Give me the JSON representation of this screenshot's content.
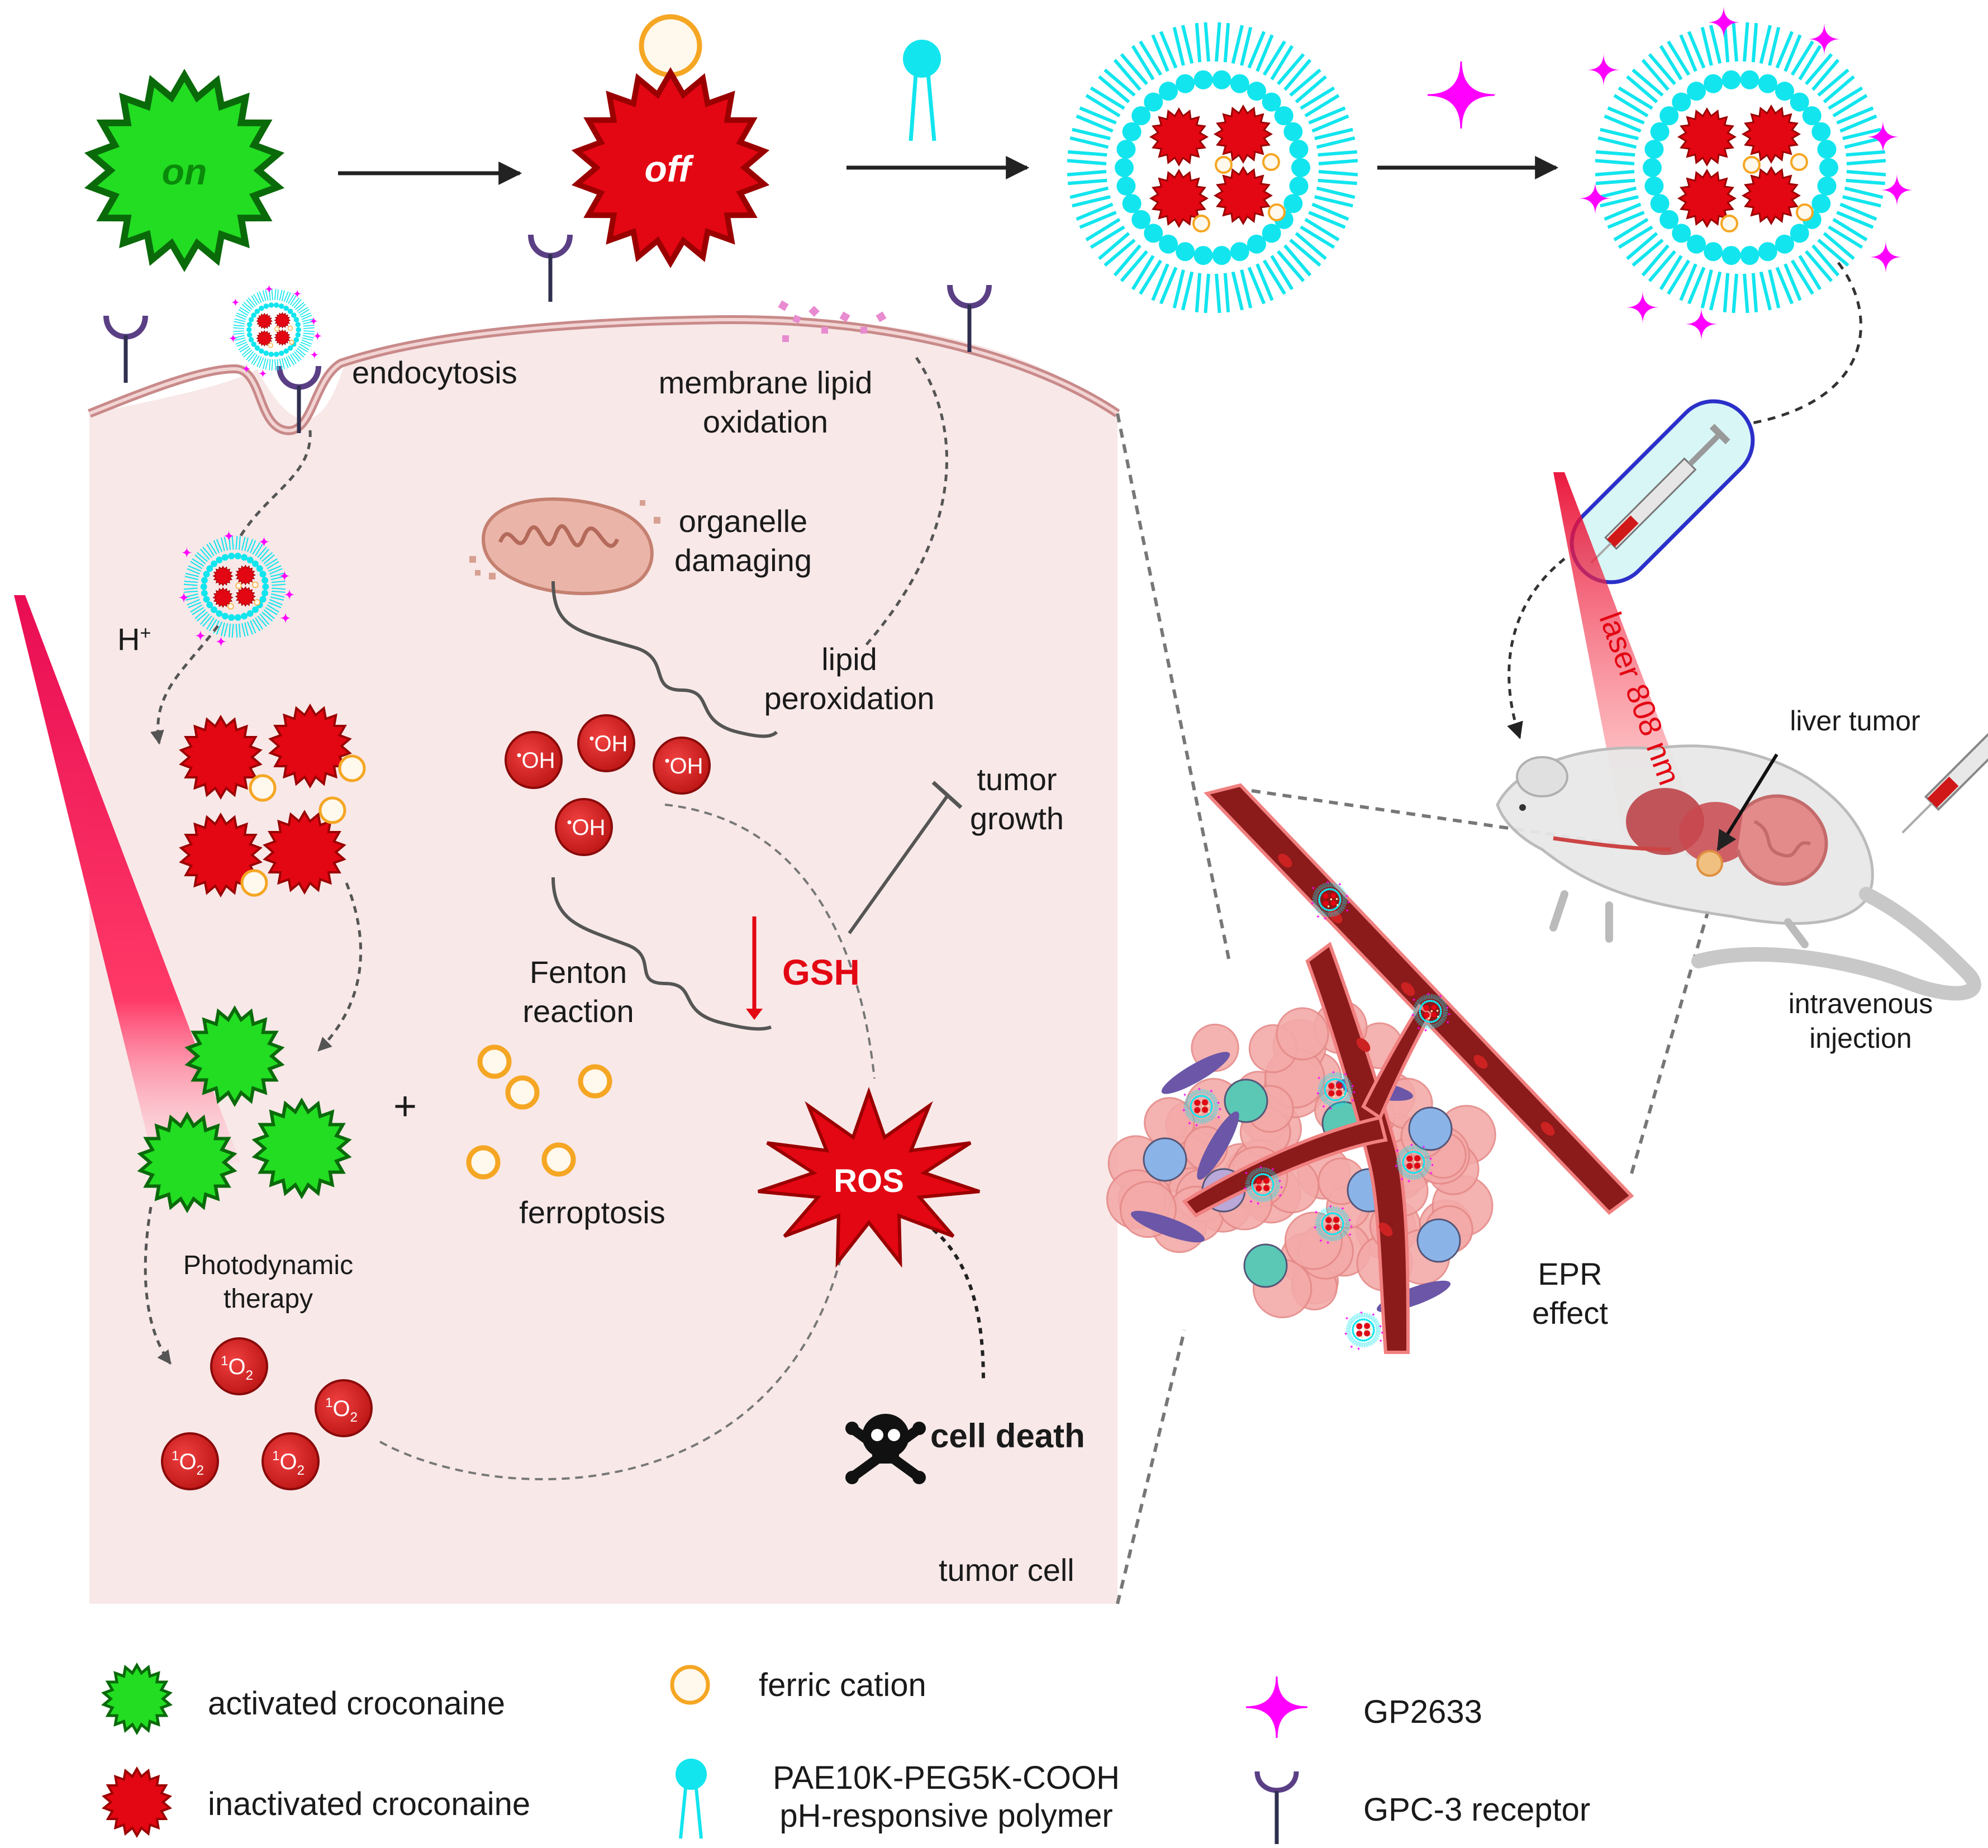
{
  "steps": {
    "on_label": "on",
    "off_label": "off"
  },
  "cell": {
    "endocytosis": "endocytosis",
    "membrane_lipid_oxidation": [
      "membrane lipid",
      "oxidation"
    ],
    "organelle_damaging": [
      "organelle",
      "damaging"
    ],
    "lipid_peroxidation": [
      "lipid",
      "peroxidation"
    ],
    "h_plus": "H",
    "h_plus_sup": "+",
    "oh_radical": "OH",
    "tumor_growth": [
      "tumor",
      "growth"
    ],
    "fenton_reaction": [
      "Fenton",
      "reaction"
    ],
    "gsh": "GSH",
    "plus_sign": "+",
    "ferroptosis": "ferroptosis",
    "ros": "ROS",
    "photodynamic_therapy": [
      "Photodynamic",
      "therapy"
    ],
    "singlet_oxygen_sup": "1",
    "singlet_oxygen": "O",
    "singlet_oxygen_sub": "2",
    "cell_death": "cell death",
    "tumor_cell": "tumor cell"
  },
  "right": {
    "laser": "laser 808 nm",
    "liver_tumor": "liver tumor",
    "intravenous_injection": [
      "intravenous",
      "injection"
    ],
    "epr_effect": [
      "EPR",
      "effect"
    ]
  },
  "legend": {
    "activated": "activated croconaine",
    "inactivated": "inactivated croconaine",
    "ferric": "ferric cation",
    "polymer": [
      "PAE10K-PEG5K-COOH",
      "pH-responsive polymer"
    ],
    "gp": "GP2633",
    "receptor": "GPC-3 receptor"
  },
  "colors": {
    "green": "#22dd22",
    "green_dark": "#0a6a0a",
    "red": "#e30613",
    "red_dark": "#9a0000",
    "cyan": "#12e5ee",
    "magenta": "#ff00ff",
    "ferric": "#f5a623",
    "receptor": "#5a3f85",
    "cell_bg": "#f8e8e8",
    "membrane": "#c98a8a",
    "vessel": "#8b1a1a"
  }
}
